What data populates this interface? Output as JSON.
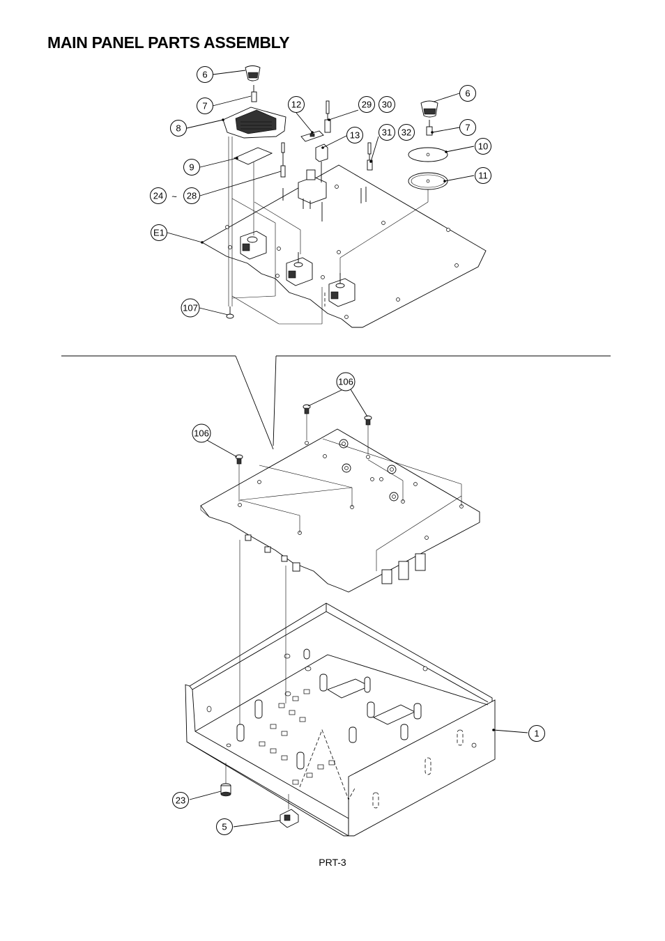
{
  "title": "MAIN PANEL PARTS ASSEMBLY",
  "footer": "PRT-3",
  "callouts": {
    "c6a": "6",
    "c7a": "7",
    "c8": "8",
    "c9": "9",
    "c24": "24",
    "tilde": "~",
    "c28": "28",
    "cE1": "E1",
    "c107": "107",
    "c12": "12",
    "c29": "29",
    "c30": "30",
    "c13": "13",
    "c31": "31",
    "c32": "32",
    "c6b": "6",
    "c7b": "7",
    "c10": "10",
    "c11": "11",
    "c106a": "106",
    "c106b": "106",
    "c1": "1",
    "c23": "23",
    "c5": "5"
  }
}
